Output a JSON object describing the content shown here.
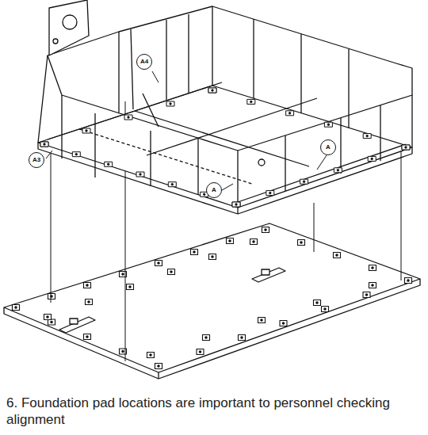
{
  "diagram": {
    "caption": "6. Foundation pad locations are important to personnel checking alignment",
    "labels": [
      "A4",
      "A",
      "A3",
      "A"
    ]
  }
}
